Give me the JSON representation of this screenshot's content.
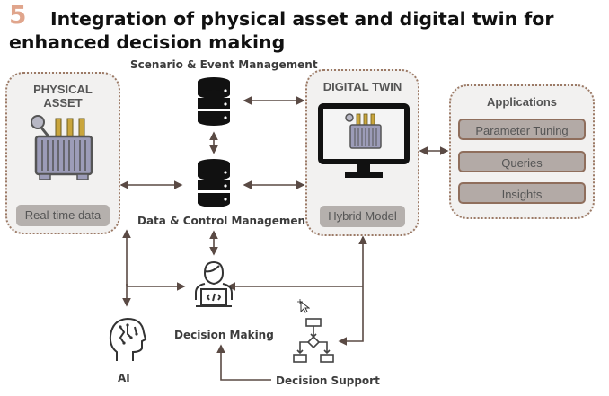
{
  "figure": {
    "number": "5",
    "title_line1": "Integration of physical asset and digital twin for",
    "title_line2": "enhanced decision making",
    "colors": {
      "figure_number": "#e0a58c",
      "panel_border": "#9c7a66",
      "panel_fill": "#f2f1f0",
      "chip_fill": "#b5b0ad",
      "connector": "#5a4a44"
    }
  },
  "physical_asset": {
    "title_line1": "PHYSICAL",
    "title_line2": "ASSET",
    "icon": "transformer-icon",
    "chip": "Real-time data"
  },
  "digital_twin": {
    "title": "DIGITAL TWIN",
    "icon": "monitor-transformer-icon",
    "chip": "Hybrid Model"
  },
  "applications": {
    "title": "Applications",
    "items": [
      {
        "label": "Parameter Tuning"
      },
      {
        "label": "Queries"
      },
      {
        "label": "Insights"
      }
    ]
  },
  "nodes": {
    "scenario": {
      "label": "Scenario & Event Management",
      "icon": "database-icon"
    },
    "data_control": {
      "label": "Data & Control Management",
      "icon": "database-icon"
    },
    "decision_making": {
      "label": "Decision Making",
      "icon": "developer-laptop-icon"
    },
    "ai": {
      "label": "AI",
      "icon": "brain-circuit-icon"
    },
    "decision_support": {
      "label": "Decision Support",
      "icon": "flowchart-icon"
    }
  }
}
